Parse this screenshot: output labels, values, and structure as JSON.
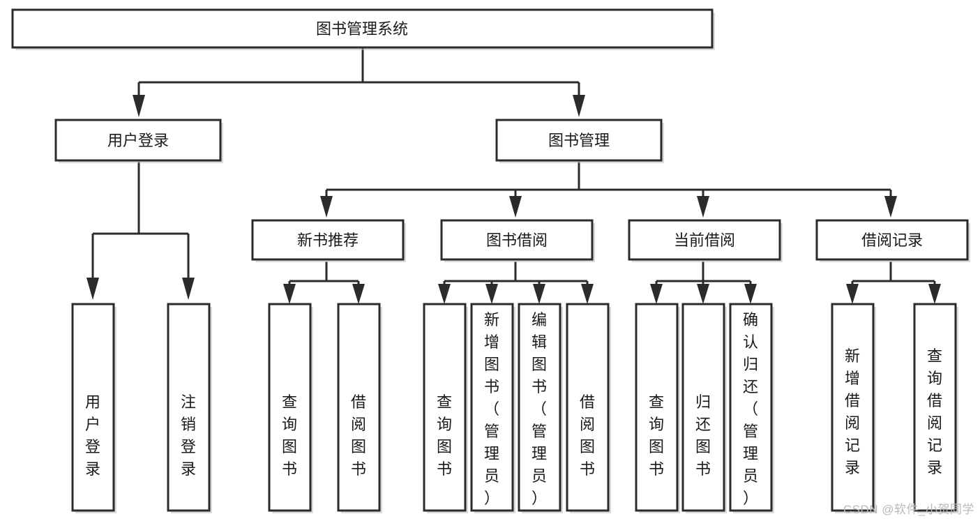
{
  "diagram": {
    "title": "图书管理系统",
    "type": "tree-hierarchy",
    "watermark": "CSDN @软件_小贺同学",
    "colors": {
      "background": "#ffffff",
      "box_fill": "#ffffff",
      "box_stroke": "#2b2b2b",
      "text": "#1a1a1a",
      "shadow": "#bdbdbd",
      "watermark": "#b9b9b9"
    },
    "levels": [
      {
        "level": 0,
        "nodes": [
          {
            "id": "root",
            "label": "图书管理系统",
            "orientation": "horizontal"
          }
        ]
      },
      {
        "level": 1,
        "nodes": [
          {
            "id": "user-login",
            "label": "用户登录",
            "orientation": "horizontal",
            "parent": "root"
          },
          {
            "id": "book-manage",
            "label": "图书管理",
            "orientation": "horizontal",
            "parent": "root"
          }
        ]
      },
      {
        "level": 2,
        "nodes": [
          {
            "id": "new-book-rec",
            "label": "新书推荐",
            "orientation": "horizontal",
            "parent": "book-manage"
          },
          {
            "id": "book-borrow",
            "label": "图书借阅",
            "orientation": "horizontal",
            "parent": "book-manage"
          },
          {
            "id": "current-borrow",
            "label": "当前借阅",
            "orientation": "horizontal",
            "parent": "book-manage"
          },
          {
            "id": "borrow-record",
            "label": "借阅记录",
            "orientation": "horizontal",
            "parent": "book-manage"
          }
        ]
      },
      {
        "level": 3,
        "nodes": [
          {
            "id": "leaf-user-login",
            "label": "用户登录",
            "orientation": "vertical",
            "parent": "user-login"
          },
          {
            "id": "leaf-user-logout",
            "label": "注销登录",
            "orientation": "vertical",
            "parent": "user-login"
          },
          {
            "id": "leaf-query-book-1",
            "label": "查询图书",
            "orientation": "vertical",
            "parent": "new-book-rec"
          },
          {
            "id": "leaf-borrow-book-1",
            "label": "借阅图书",
            "orientation": "vertical",
            "parent": "new-book-rec"
          },
          {
            "id": "leaf-query-book-2",
            "label": "查询图书",
            "orientation": "vertical",
            "parent": "book-borrow"
          },
          {
            "id": "leaf-add-book",
            "label": "新增图书（管理员）",
            "orientation": "vertical",
            "parent": "book-borrow"
          },
          {
            "id": "leaf-edit-book",
            "label": "编辑图书（管理员）",
            "orientation": "vertical",
            "parent": "book-borrow"
          },
          {
            "id": "leaf-borrow-book-2",
            "label": "借阅图书",
            "orientation": "vertical",
            "parent": "book-borrow"
          },
          {
            "id": "leaf-query-book-3",
            "label": "查询图书",
            "orientation": "vertical",
            "parent": "current-borrow"
          },
          {
            "id": "leaf-return-book",
            "label": "归还图书",
            "orientation": "vertical",
            "parent": "current-borrow"
          },
          {
            "id": "leaf-confirm-return",
            "label": "确认归还（管理员）",
            "orientation": "vertical",
            "parent": "current-borrow"
          },
          {
            "id": "leaf-add-record",
            "label": "新增借阅记录",
            "orientation": "vertical",
            "parent": "borrow-record"
          },
          {
            "id": "leaf-query-record",
            "label": "查询借阅记录",
            "orientation": "vertical",
            "parent": "borrow-record"
          }
        ]
      }
    ]
  }
}
